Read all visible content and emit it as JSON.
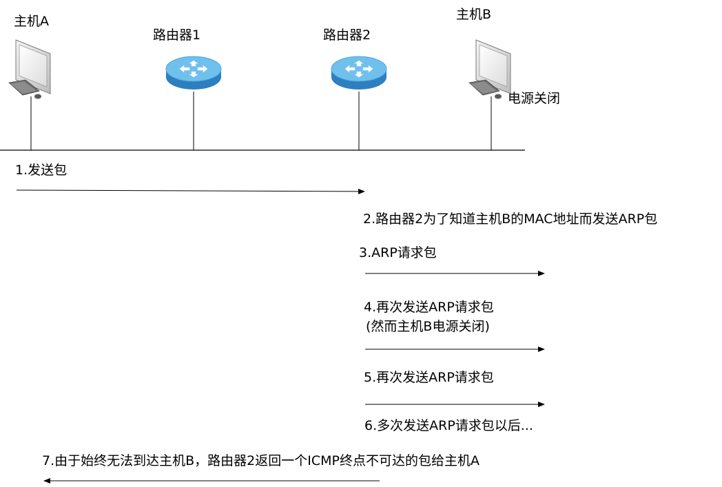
{
  "nodes": {
    "host_a": "主机A",
    "router1": "路由器1",
    "router2": "路由器2",
    "host_b": "主机B",
    "host_b_status": "电源关闭"
  },
  "steps": {
    "s1": "1.发送包",
    "s2": "2.路由器2为了知道主机B的MAC地址而发送ARP包",
    "s3": "3.ARP请求包",
    "s4_line1": "4.再次发送ARP请求包",
    "s4_line2": "(然而主机B电源关闭)",
    "s5": "5.再次发送ARP请求包",
    "s6": "6.多次发送ARP请求包以后...",
    "s7": "7.由于始终无法到达主机B，路由器2返回一个ICMP终点不可达的包给主机A"
  },
  "colors": {
    "router_top": "#6fc0ec",
    "router_side": "#2d7fc0",
    "line": "#000000"
  }
}
